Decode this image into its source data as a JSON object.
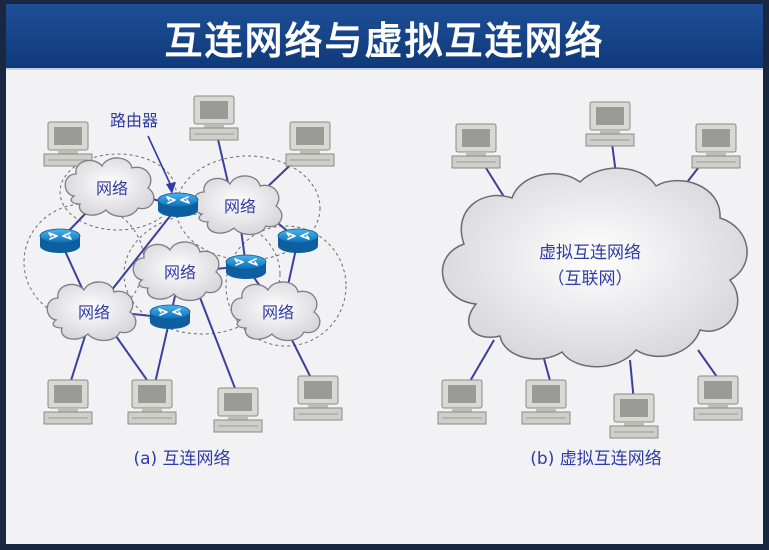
{
  "title": "互连网络与虚拟互连网络",
  "left_diagram": {
    "router_label": "路由器",
    "network_label": "网络",
    "caption": "(a) 互连网络"
  },
  "right_diagram": {
    "cloud_line1": "虚拟互连网络",
    "cloud_line2": "（互联网）",
    "caption": "(b) 虚拟互连网络"
  },
  "colors": {
    "title_bar": "#1e4f97",
    "label_text": "#2f3ba6",
    "router": "#1a8fd6",
    "link": "#3b3f9e"
  }
}
